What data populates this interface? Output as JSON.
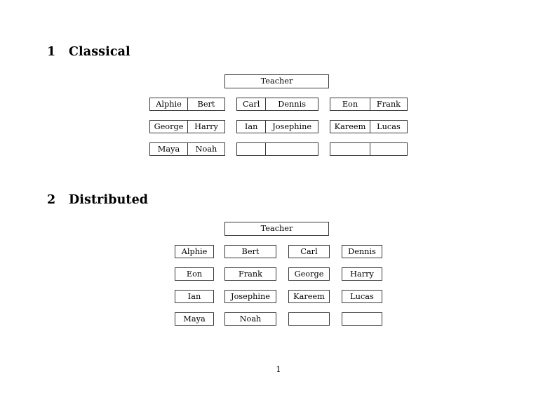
{
  "document": {
    "page_number": "1"
  },
  "sections": [
    {
      "number": "1",
      "title": "Classical",
      "teacher": {
        "label": "Teacher"
      },
      "groups": [
        {
          "id": "left",
          "rows": [
            {
              "cells": [
                {
                  "label": "Alphie"
                },
                {
                  "label": "Bert"
                }
              ]
            },
            {
              "cells": [
                {
                  "label": "George"
                },
                {
                  "label": "Harry"
                }
              ]
            },
            {
              "cells": [
                {
                  "label": "Maya"
                },
                {
                  "label": "Noah"
                }
              ]
            }
          ]
        },
        {
          "id": "middle",
          "rows": [
            {
              "cells": [
                {
                  "label": "Carl"
                },
                {
                  "label": "Dennis"
                }
              ]
            },
            {
              "cells": [
                {
                  "label": "Ian"
                },
                {
                  "label": "Josephine"
                }
              ]
            },
            {
              "cells": [
                {
                  "label": ""
                },
                {
                  "label": ""
                }
              ]
            }
          ]
        },
        {
          "id": "right",
          "rows": [
            {
              "cells": [
                {
                  "label": "Eon"
                },
                {
                  "label": "Frank"
                }
              ]
            },
            {
              "cells": [
                {
                  "label": "Kareem"
                },
                {
                  "label": "Lucas"
                }
              ]
            },
            {
              "cells": [
                {
                  "label": ""
                },
                {
                  "label": ""
                }
              ]
            }
          ]
        }
      ]
    },
    {
      "number": "2",
      "title": "Distributed",
      "teacher": {
        "label": "Teacher"
      },
      "rows": [
        {
          "cells": [
            {
              "label": "Alphie"
            },
            {
              "label": "Bert"
            },
            {
              "label": "Carl"
            },
            {
              "label": "Dennis"
            }
          ]
        },
        {
          "cells": [
            {
              "label": "Eon"
            },
            {
              "label": "Frank"
            },
            {
              "label": "George"
            },
            {
              "label": "Harry"
            }
          ]
        },
        {
          "cells": [
            {
              "label": "Ian"
            },
            {
              "label": "Josephine"
            },
            {
              "label": "Kareem"
            },
            {
              "label": "Lucas"
            }
          ]
        },
        {
          "cells": [
            {
              "label": "Maya"
            },
            {
              "label": "Noah"
            },
            {
              "label": ""
            },
            {
              "label": ""
            }
          ]
        }
      ]
    }
  ]
}
